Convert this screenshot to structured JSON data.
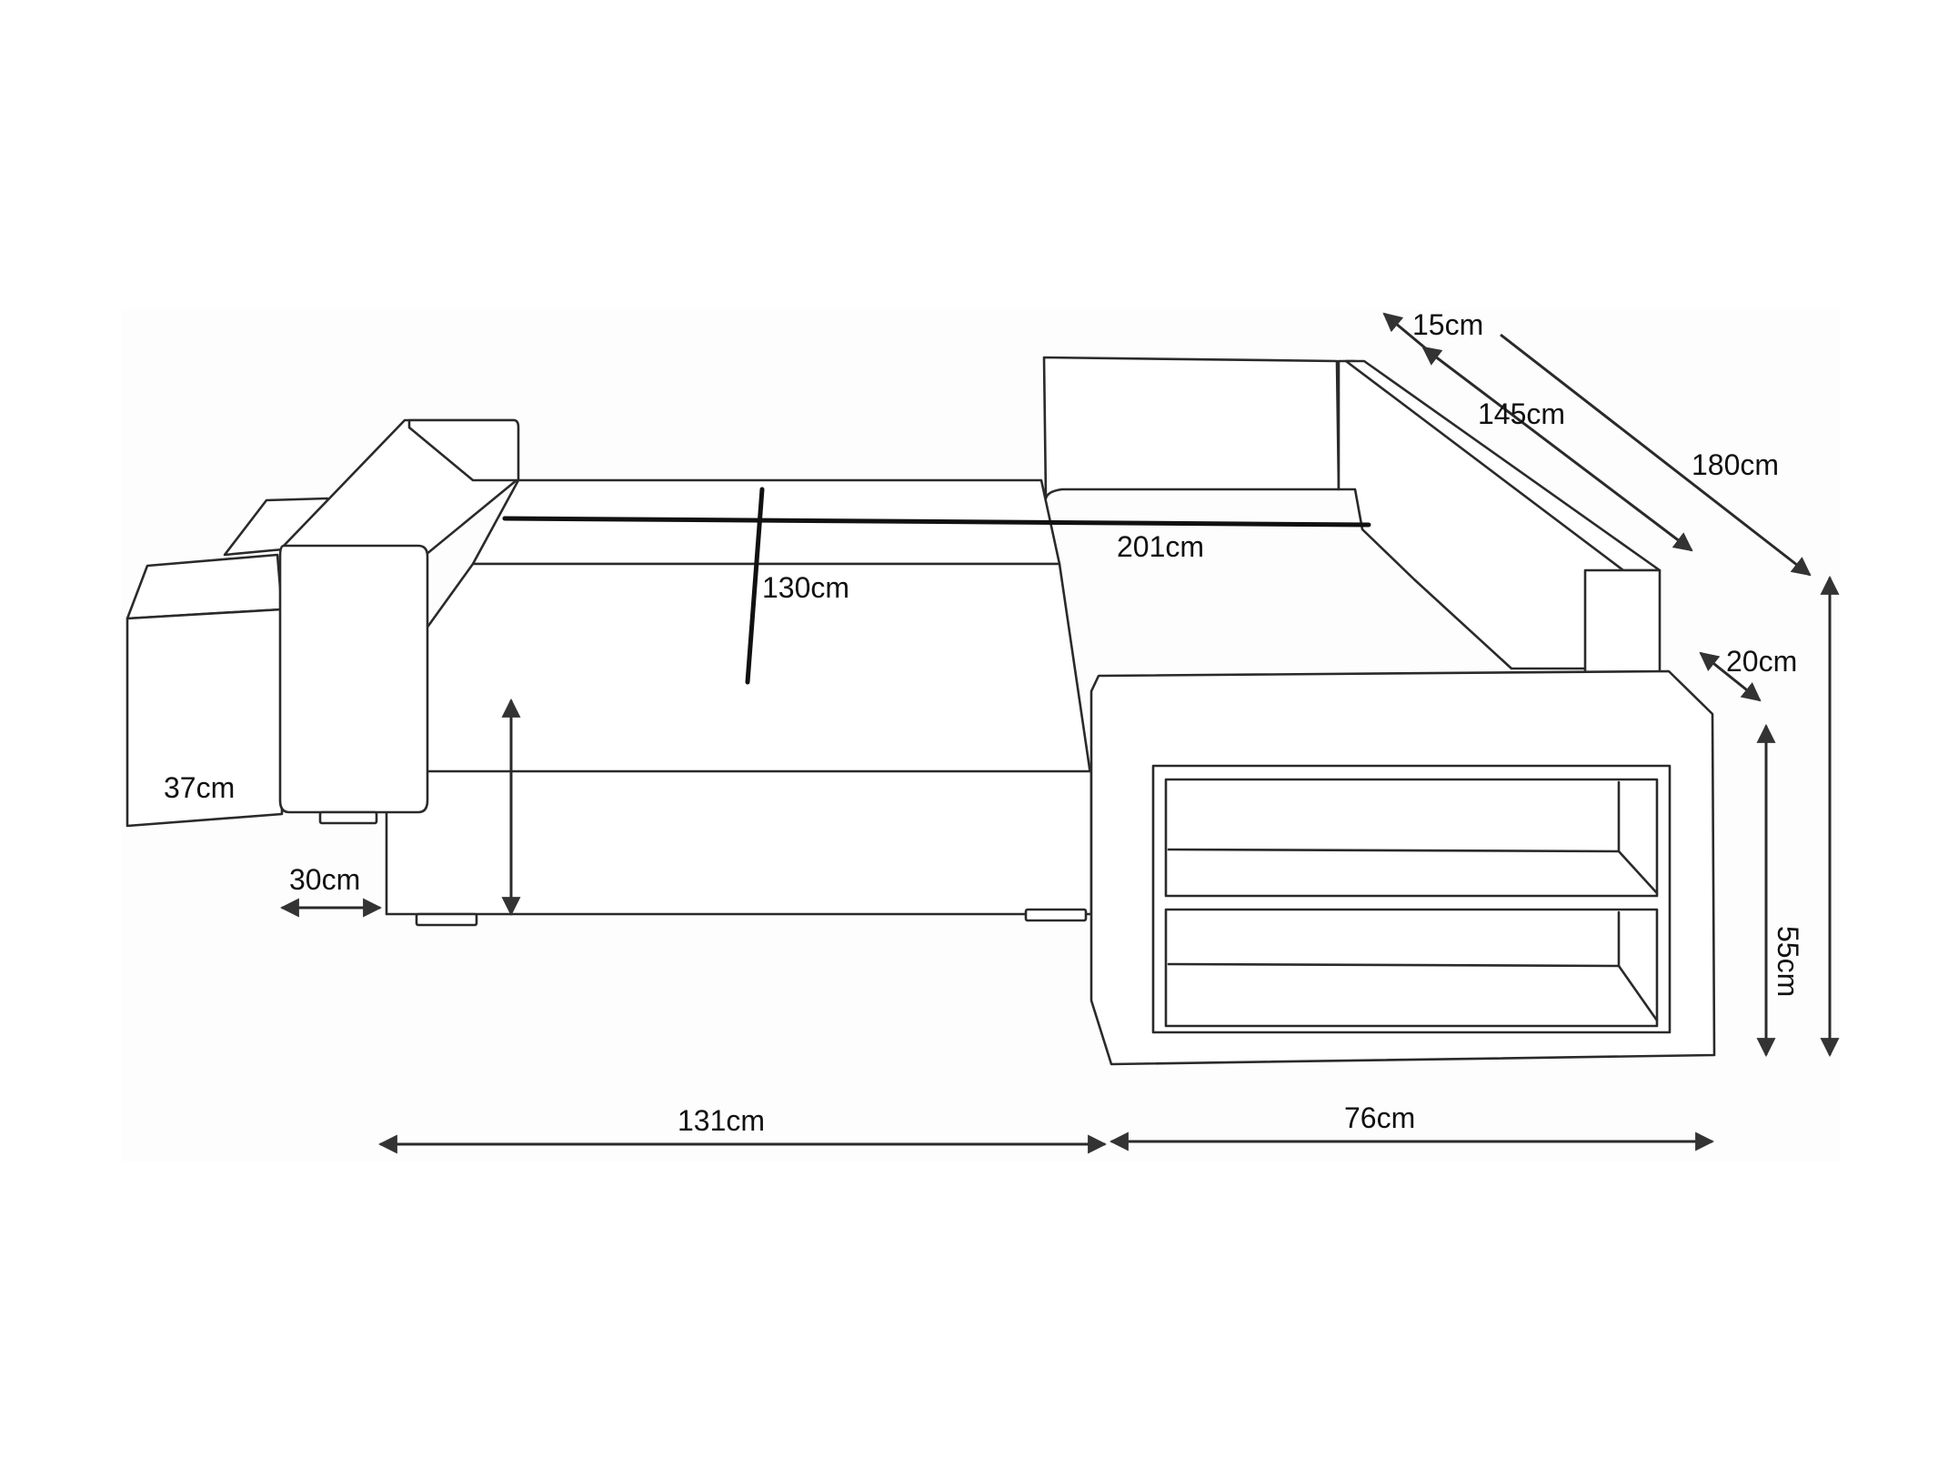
{
  "diagram": {
    "labels": {
      "d15": "15cm",
      "d145": "145cm",
      "d180": "180cm",
      "d201": "201cm",
      "d130": "130cm",
      "d20": "20cm",
      "d55": "55cm",
      "d37": "37cm",
      "d30": "30cm",
      "d131": "131cm",
      "d76": "76cm"
    },
    "colors": {
      "line": "#2a2a2a",
      "arrow": "#333333",
      "text": "#111111"
    }
  }
}
